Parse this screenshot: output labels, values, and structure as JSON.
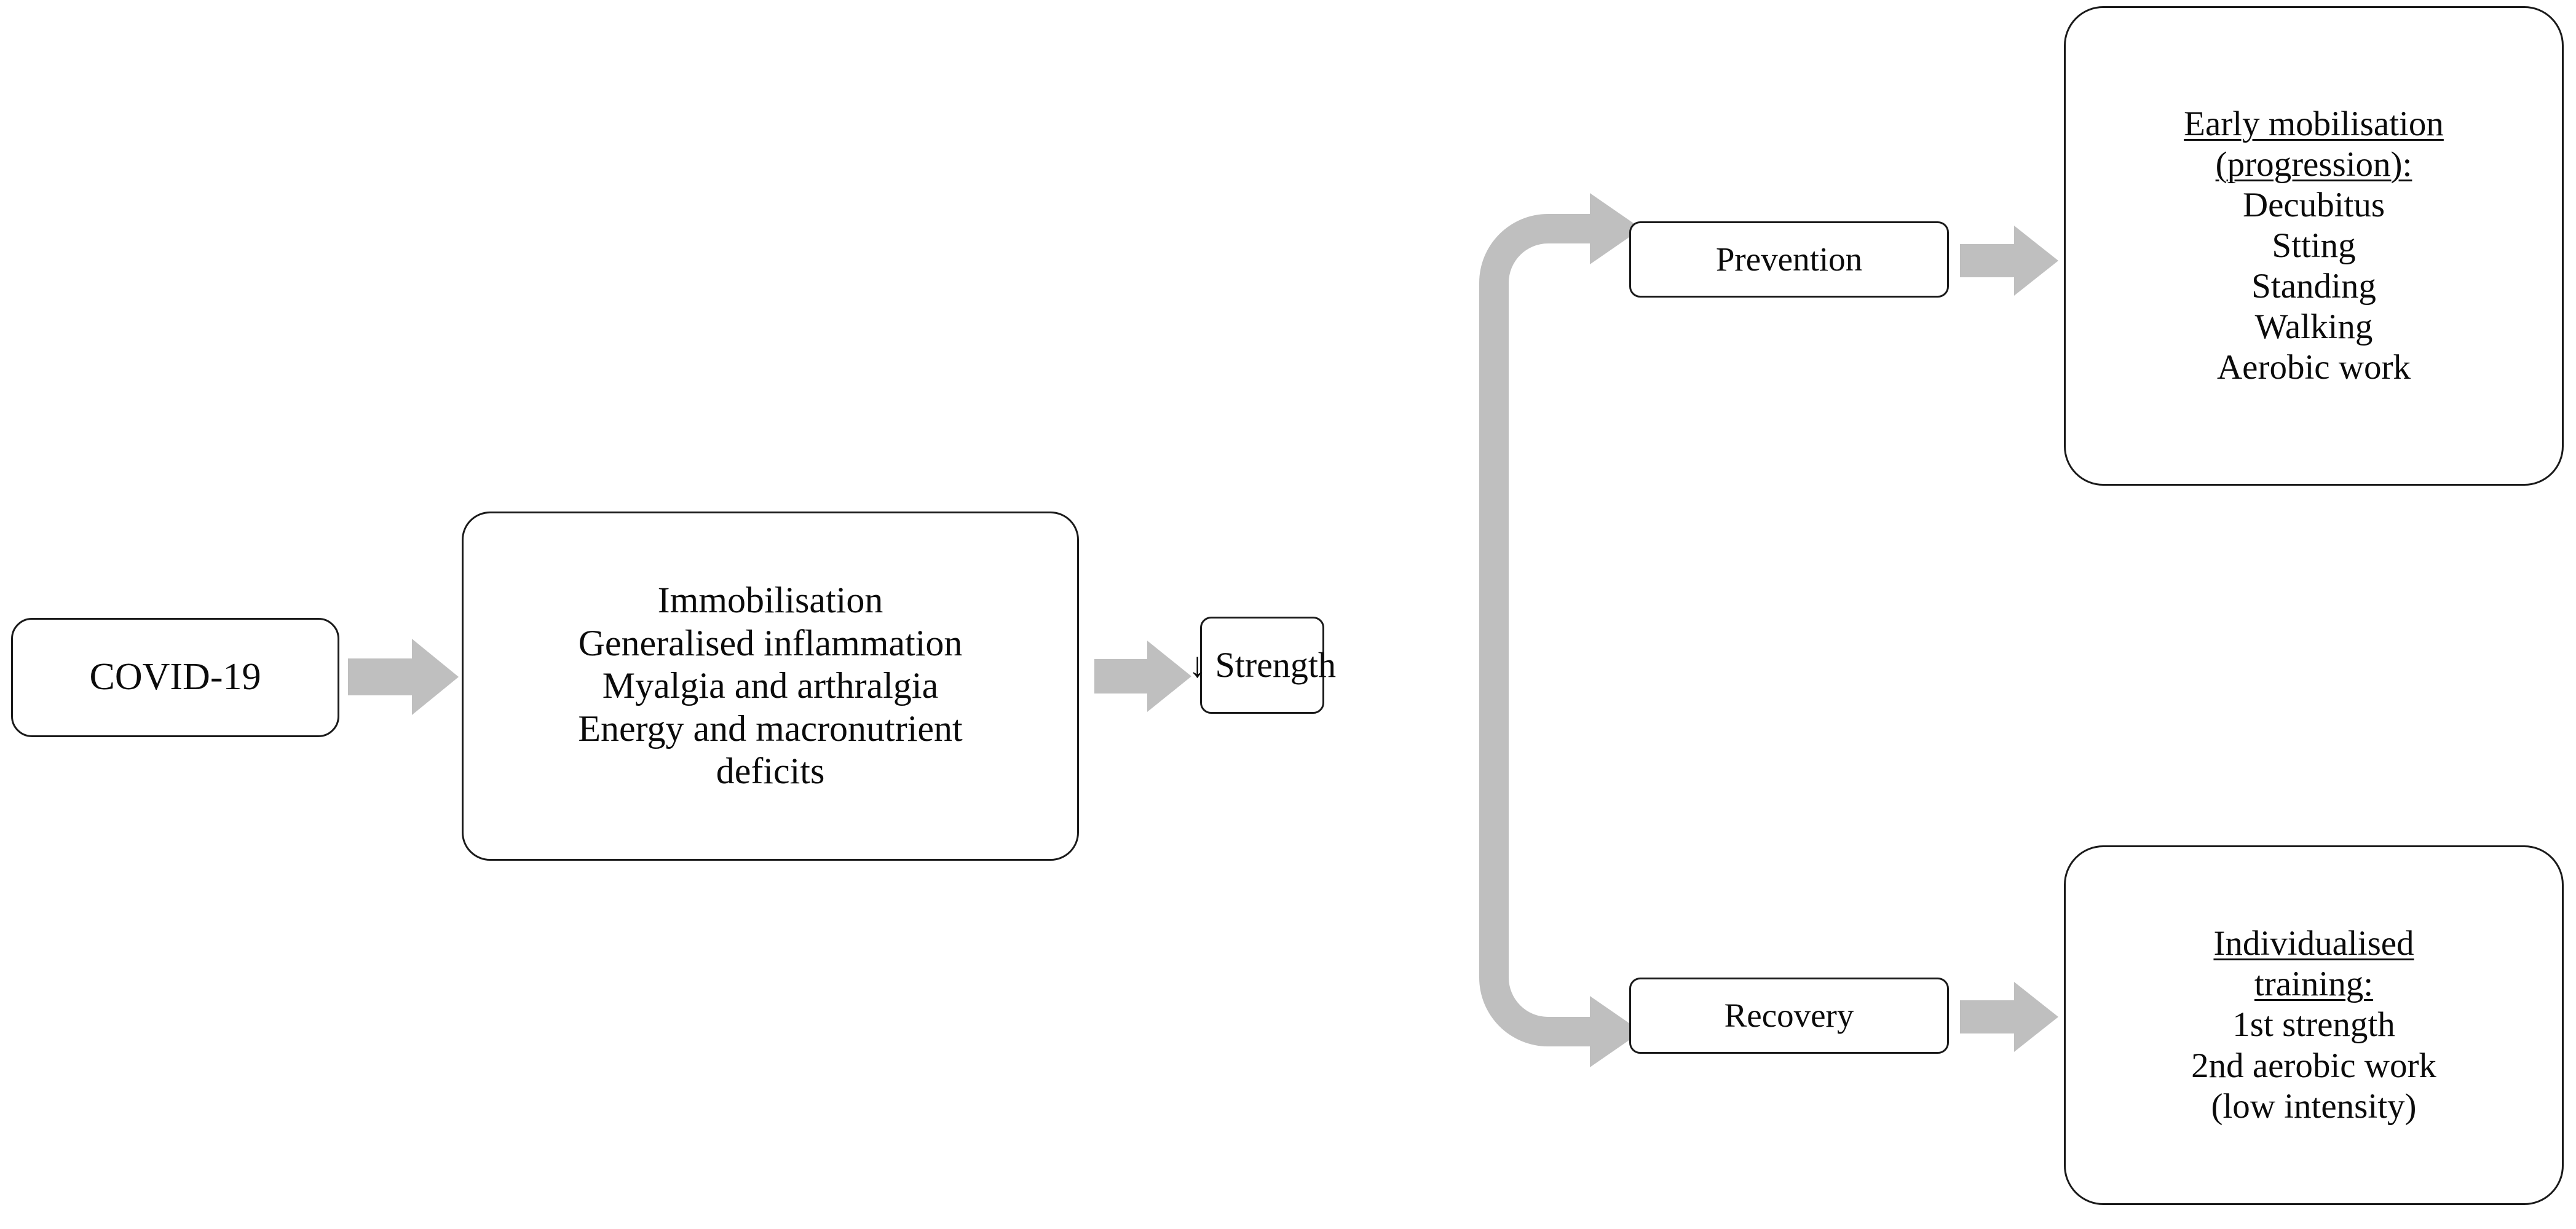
{
  "diagram": {
    "title": "COVID-19 strength loss prevention and recovery pathway",
    "arrow_color": "#bfbfbf",
    "box_border_color": "#1a1a1a",
    "background_color": "#ffffff"
  },
  "nodes": {
    "covid": {
      "label": "COVID-19",
      "lines": [
        "COVID-19"
      ]
    },
    "mechanisms": {
      "lines": [
        "Immobilisation",
        "Generalised inflammation",
        "Myalgia and arthralgia",
        "Energy and macronutrient",
        "deficits"
      ]
    },
    "strength": {
      "lines": [
        "↓ Strength"
      ]
    },
    "prevention": {
      "lines": [
        "Prevention"
      ]
    },
    "recovery": {
      "lines": [
        "Recovery"
      ]
    },
    "early_mobilisation": {
      "heading_lines": [
        "Early mobilisation",
        "(progression):"
      ],
      "item_lines": [
        "Decubitus",
        "Stting",
        "Standing",
        "Walking",
        "Aerobic work"
      ]
    },
    "individualised_training": {
      "heading_lines": [
        "Individualised",
        "training:"
      ],
      "item_lines": [
        "1st strength",
        "2nd aerobic work",
        "(low intensity)"
      ]
    }
  },
  "arrows": {
    "covid_to_mechanisms": "block-arrow-right-icon",
    "mechanisms_to_strength": "block-arrow-right-icon",
    "branch_split": "branch-arrow-split-icon",
    "prevention_to_early": "block-arrow-right-icon",
    "recovery_to_training": "block-arrow-right-icon"
  }
}
